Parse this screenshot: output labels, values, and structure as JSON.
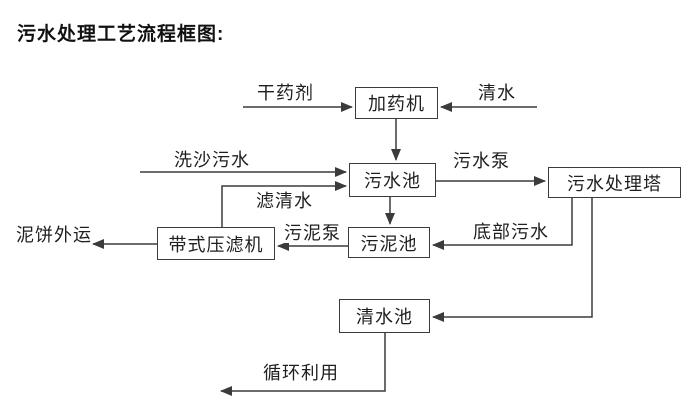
{
  "title": "污水处理工艺流程框图:",
  "nodes": {
    "dosing_machine": "加药机",
    "sewage_pool": "污水池",
    "sewage_treatment_tower": "污水处理塔",
    "sludge_pool": "污泥池",
    "belt_filter_press": "带式压滤机",
    "clean_water_pool": "清水池"
  },
  "labels": {
    "dry_agent": "干药剂",
    "clean_water": "清水",
    "sand_washing_sewage": "洗沙污水",
    "sewage_pump": "污水泵",
    "filtered_water": "滤清水",
    "sludge_pump": "污泥泵",
    "bottom_sewage": "底部污水",
    "mud_cake_out": "泥饼外运",
    "recycle_use": "循环利用"
  },
  "edges": [
    {
      "from": "干药剂(外部输入)",
      "to": "加药机",
      "label": "干药剂"
    },
    {
      "from": "清水(外部输入)",
      "to": "加药机",
      "label": "清水"
    },
    {
      "from": "加药机",
      "to": "污水池",
      "label": ""
    },
    {
      "from": "洗沙污水(外部输入)",
      "to": "污水池",
      "label": "洗沙污水"
    },
    {
      "from": "带式压滤机",
      "to": "污水池",
      "label": "滤清水"
    },
    {
      "from": "污水池",
      "to": "污水处理塔",
      "label": "污水泵"
    },
    {
      "from": "污水池",
      "to": "污泥池",
      "label": ""
    },
    {
      "from": "污水处理塔",
      "to": "污泥池",
      "label": "底部污水"
    },
    {
      "from": "污泥池",
      "to": "带式压滤机",
      "label": "污泥泵"
    },
    {
      "from": "带式压滤机",
      "to": "泥饼外运(外部输出)",
      "label": "泥饼外运"
    },
    {
      "from": "污水处理塔",
      "to": "清水池",
      "label": ""
    },
    {
      "from": "清水池",
      "to": "循环利用(外部输出)",
      "label": "循环利用"
    }
  ],
  "colors": {
    "background": "#ffffff",
    "line": "#3b3b3b",
    "border": "#3b3b3b",
    "text": "#1f1f1f"
  }
}
